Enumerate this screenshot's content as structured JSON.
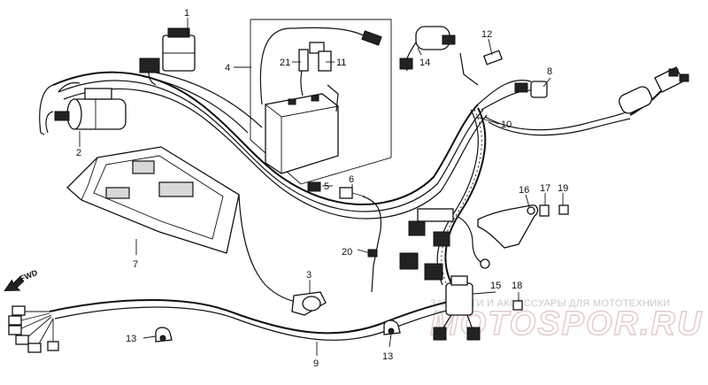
{
  "diagram": {
    "callouts": [
      {
        "id": "c1",
        "label": "1"
      },
      {
        "id": "c2",
        "label": "2"
      },
      {
        "id": "c3",
        "label": "3"
      },
      {
        "id": "c4",
        "label": "4"
      },
      {
        "id": "c5",
        "label": "5"
      },
      {
        "id": "c6",
        "label": "6"
      },
      {
        "id": "c7",
        "label": "7"
      },
      {
        "id": "c8",
        "label": "8"
      },
      {
        "id": "c9",
        "label": "9"
      },
      {
        "id": "c10",
        "label": "10"
      },
      {
        "id": "c11",
        "label": "11"
      },
      {
        "id": "c12",
        "label": "12"
      },
      {
        "id": "c13a",
        "label": "13"
      },
      {
        "id": "c13b",
        "label": "13"
      },
      {
        "id": "c14",
        "label": "14"
      },
      {
        "id": "c15",
        "label": "15"
      },
      {
        "id": "c16",
        "label": "16"
      },
      {
        "id": "c17",
        "label": "17"
      },
      {
        "id": "c18",
        "label": "18"
      },
      {
        "id": "c19",
        "label": "19"
      },
      {
        "id": "c20",
        "label": "20"
      },
      {
        "id": "c21",
        "label": "21"
      }
    ],
    "direction_marker": "FWD"
  },
  "watermark": {
    "caption": "ЗАПЧАСТИ И АКСЕССУАРЫ ДЛЯ МОТОТЕХНИКИ",
    "logo": "MOTOSPOR.RU"
  },
  "colors": {
    "line": "#111111",
    "background": "#ffffff",
    "watermark_logo": "#e4c9c9",
    "watermark_caption": "#c9c9c9"
  }
}
